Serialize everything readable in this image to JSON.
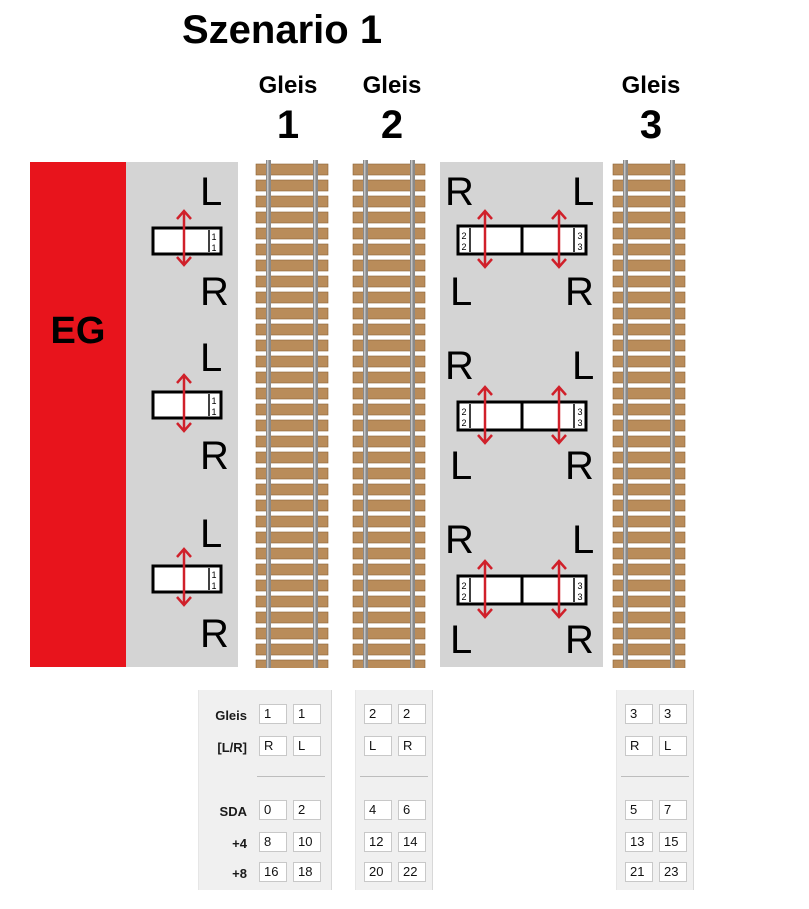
{
  "title": "Szenario 1",
  "gleis_headers": [
    {
      "word": "Gleis",
      "number": "1"
    },
    {
      "word": "Gleis",
      "number": "2"
    },
    {
      "word": "Gleis",
      "number": "3"
    }
  ],
  "eg_label": "EG",
  "platform_left": {
    "groups": [
      {
        "top": "L",
        "bottom": "R",
        "car": [
          "1"
        ]
      },
      {
        "top": "L",
        "bottom": "R",
        "car": [
          "1"
        ]
      },
      {
        "top": "L",
        "bottom": "R",
        "car": [
          "1"
        ]
      }
    ]
  },
  "platform_right": {
    "groups": [
      {
        "top_left": "R",
        "top_right": "L",
        "bottom_left": "L",
        "bottom_right": "R",
        "car_left": "2",
        "car_right": "3"
      },
      {
        "top_left": "R",
        "top_right": "L",
        "bottom_left": "L",
        "bottom_right": "R",
        "car_left": "2",
        "car_right": "3"
      },
      {
        "top_left": "R",
        "top_right": "L",
        "bottom_left": "L",
        "bottom_right": "R",
        "car_left": "2",
        "car_right": "3"
      }
    ]
  },
  "colors": {
    "eg_red": "#e8141c",
    "platform_gray": "#d4d4d4",
    "arrow_red": "#d0202a",
    "rail_gray": "#8a8a8a",
    "sleeper_brown": "#b98c5a"
  },
  "form": {
    "labels": {
      "gleis": "Gleis",
      "lr": "[L/R]",
      "sda": "SDA",
      "plus4": "+4",
      "plus8": "+8"
    },
    "columns": [
      {
        "gleis": [
          "1",
          "1"
        ],
        "lr": [
          "R",
          "L"
        ],
        "sda": [
          "0",
          "2"
        ],
        "plus4": [
          "8",
          "10"
        ],
        "plus8": [
          "16",
          "18"
        ]
      },
      {
        "gleis": [
          "2",
          "2"
        ],
        "lr": [
          "L",
          "R"
        ],
        "sda": [
          "4",
          "6"
        ],
        "plus4": [
          "12",
          "14"
        ],
        "plus8": [
          "20",
          "22"
        ]
      },
      {
        "gleis": [
          "3",
          "3"
        ],
        "lr": [
          "R",
          "L"
        ],
        "sda": [
          "5",
          "7"
        ],
        "plus4": [
          "13",
          "15"
        ],
        "plus8": [
          "21",
          "23"
        ]
      }
    ]
  }
}
